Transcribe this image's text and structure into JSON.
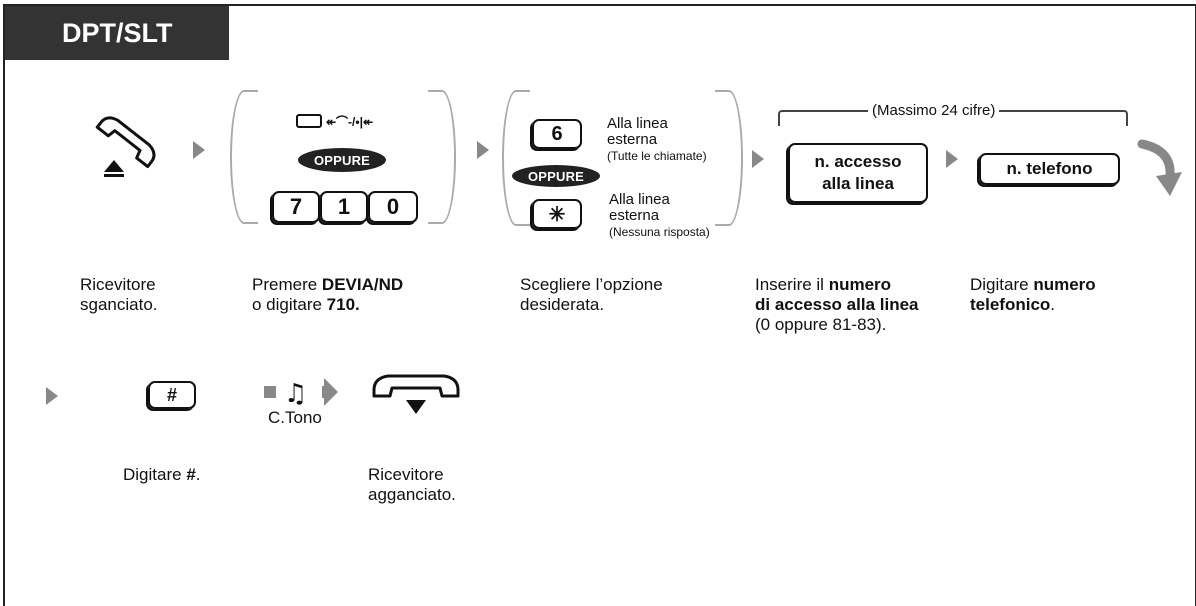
{
  "header": {
    "title": "DPT/SLT"
  },
  "step2": {
    "fwd_symbol": "↞⌒-/•|↞",
    "oppure": "OPPURE",
    "keys": [
      "7",
      "1",
      "0"
    ]
  },
  "step3": {
    "key_6": "6",
    "oppure": "OPPURE",
    "key_star": "✳",
    "option1_line1": "Alla linea",
    "option1_line2": "esterna",
    "option1_sub": "(Tutte le chiamate)",
    "option2_line1": "Alla linea",
    "option2_line2": "esterna",
    "option2_sub": "(Nessuna risposta)"
  },
  "bracket_label": "(Massimo 24 cifre)",
  "step4": {
    "key_line1": "n. accesso",
    "key_line2": "alla linea"
  },
  "step5": {
    "key": "n. telefono"
  },
  "captions": {
    "c1_l1": "Ricevitore",
    "c1_l2": "sganciato.",
    "c2_l1_pre": "Premere ",
    "c2_l1_bold": "DEVIA/ND",
    "c2_l2_pre": "o digitare ",
    "c2_l2_bold": "710.",
    "c3_l1": "Scegliere l’opzione",
    "c3_l2": "desiderata.",
    "c4_l1_pre": "Inserire il ",
    "c4_l1_bold": "numero",
    "c4_l2_bold": "di accesso alla linea",
    "c4_l3": "(0 oppure 81-83).",
    "c5_l1_pre": "Digitare ",
    "c5_l1_bold": "numero",
    "c5_l2_bold": "telefonico",
    "c5_l2_post": "."
  },
  "row2": {
    "hash_key": "#",
    "tone_label": "C.Tono",
    "c6_pre": "Digitare ",
    "c6_bold": "#",
    "c6_post": ".",
    "c7_l1": "Ricevitore",
    "c7_l2": "agganciato."
  }
}
